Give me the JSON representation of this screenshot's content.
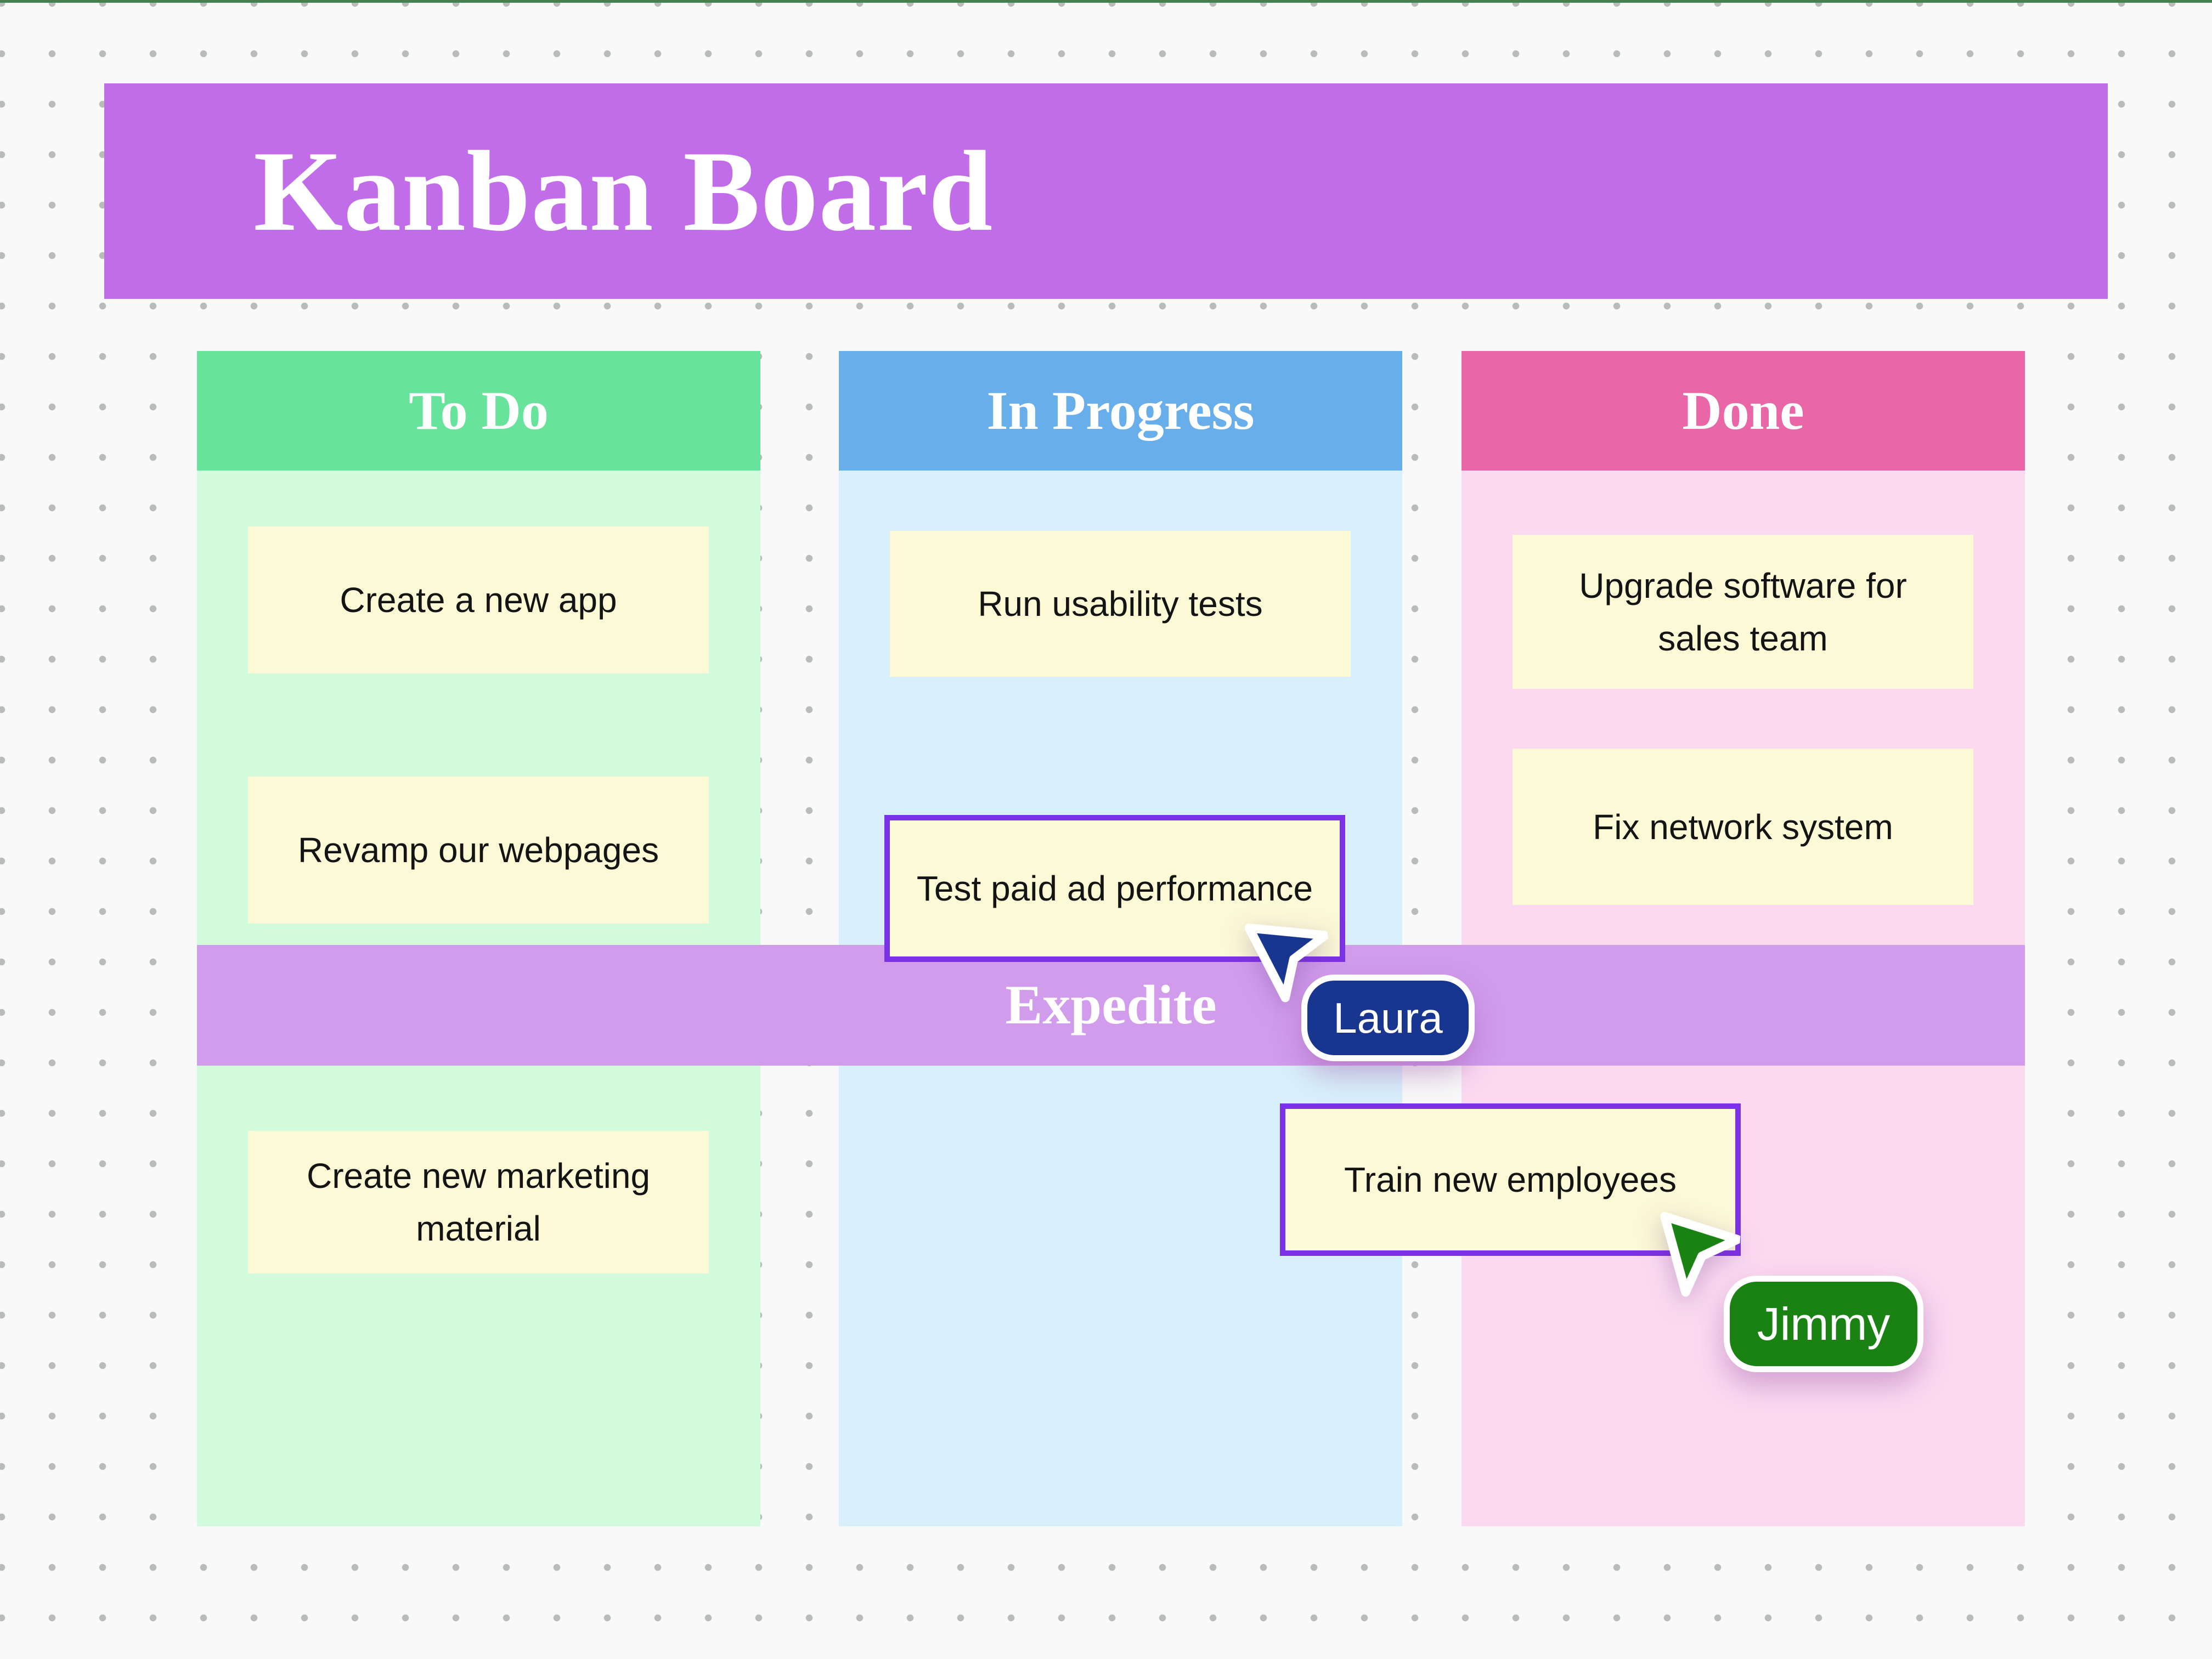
{
  "app": {
    "background_color": "#f8f9f8",
    "dot_grid_color": "#b9bdb9",
    "top_strip_color": "#47804f"
  },
  "header": {
    "title": "Kanban Board",
    "color": "#c16de9"
  },
  "swimlane": {
    "label": "Expedite",
    "color": "#d19cec"
  },
  "columns": [
    {
      "id": "todo",
      "label": "To Do",
      "header_color": "#68e39c",
      "body_color": "#d2fadd"
    },
    {
      "id": "in-progress",
      "label": "In Progress",
      "header_color": "#68aeea",
      "body_color": "#d8f0fb"
    },
    {
      "id": "done",
      "label": "Done",
      "header_color": "#e967a6",
      "body_color": "#fbdaf1"
    }
  ],
  "card_style": {
    "background": "#fcf9d6",
    "text_color": "#141414",
    "selected_border_color": "#7b31e5"
  },
  "cards": [
    {
      "label": "Create a new app",
      "column": "To Do",
      "selected": false
    },
    {
      "label": "Revamp our webpages",
      "column": "To Do",
      "selected": false
    },
    {
      "label": "Create new marketing material",
      "column": "To Do",
      "selected": false
    },
    {
      "label": "Run usability tests",
      "column": "In Progress",
      "selected": false
    },
    {
      "label": "Test paid ad performance",
      "column": "In Progress",
      "selected": true
    },
    {
      "label": "Upgrade software for sales team",
      "column": "Done",
      "selected": false
    },
    {
      "label": "Fix network system",
      "column": "Done",
      "selected": false
    },
    {
      "label": "Train new employees",
      "column": "Done",
      "selected": true
    }
  ],
  "cursors": [
    {
      "name": "Laura",
      "color": "#18368f"
    },
    {
      "name": "Jimmy",
      "color": "#1a8213"
    }
  ]
}
